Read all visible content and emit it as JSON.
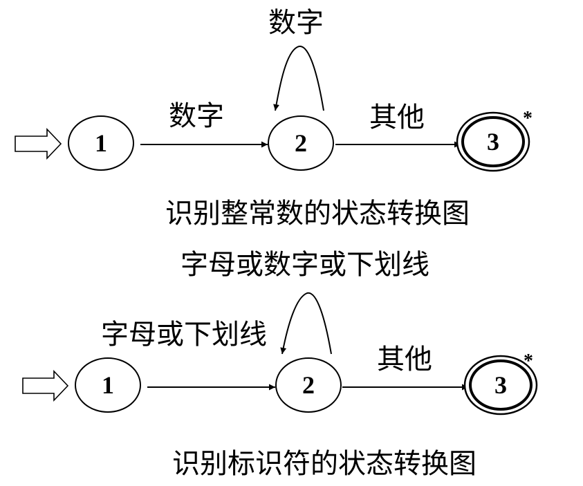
{
  "diagram1": {
    "caption": "识别整常数的状态转换图",
    "states": [
      "1",
      "2",
      "3"
    ],
    "final_marker": "*",
    "labels": {
      "loop": "数字",
      "t1_2": "数字",
      "t2_3": "其他"
    }
  },
  "diagram2": {
    "caption": "识别标识符的状态转换图",
    "states": [
      "1",
      "2",
      "3"
    ],
    "final_marker": "*",
    "labels": {
      "loop": "字母或数字或下划线",
      "t1_2": "字母或下划线",
      "t2_3": "其他"
    }
  }
}
